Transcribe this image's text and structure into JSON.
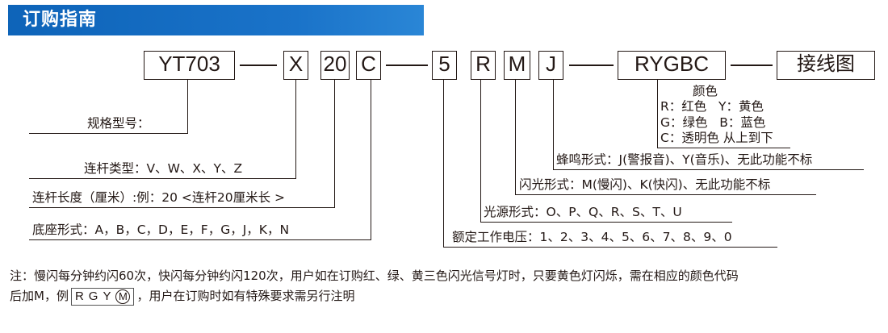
{
  "header": {
    "title": "订购指南"
  },
  "code_boxes": {
    "model": "YT703",
    "link_type": "X",
    "link_length": "20",
    "base": "C",
    "voltage": "5",
    "light": "R",
    "flash": "M",
    "buzzer": "J",
    "colors": "RYGBC",
    "wiring": "接线图"
  },
  "labels": {
    "model": "规格型号：",
    "link_type": "连杆类型：V、W、X、Y、Z",
    "link_length": "连杆长度（厘米）:例：20 <连杆20厘米长 >",
    "base": "底座形式：A，B，C，D，E，F，G，J，K，N",
    "voltage": "额定工作电压：1、2、3、4、5、6、7、8、9、0",
    "light": "光源形式：O、P、Q、R、S、T、U",
    "flash": "闪光形式：M(慢闪)、K(快闪)、无此功能不标",
    "buzzer": "蜂鸣形式：J(警报音)、Y(音乐)、无此功能不标"
  },
  "color_legend": {
    "title": "颜色",
    "rows": [
      "R：红色   Y：黄色",
      "G：绿色   B：蓝色",
      "C：透明色 从上到下"
    ]
  },
  "note": {
    "line1": "注：慢闪每分钟约闪60次，快闪每分钟约闪120次，用户如在订购红、绿、黄三色闪光信号灯时，只要黄色灯闪烁，需在相应的颜色代码",
    "line2_prefix": "后加M，例",
    "example_letters": "RGY",
    "example_circled": "M",
    "line2_suffix": "，用户在订购时如有特殊要求需另行注明"
  }
}
